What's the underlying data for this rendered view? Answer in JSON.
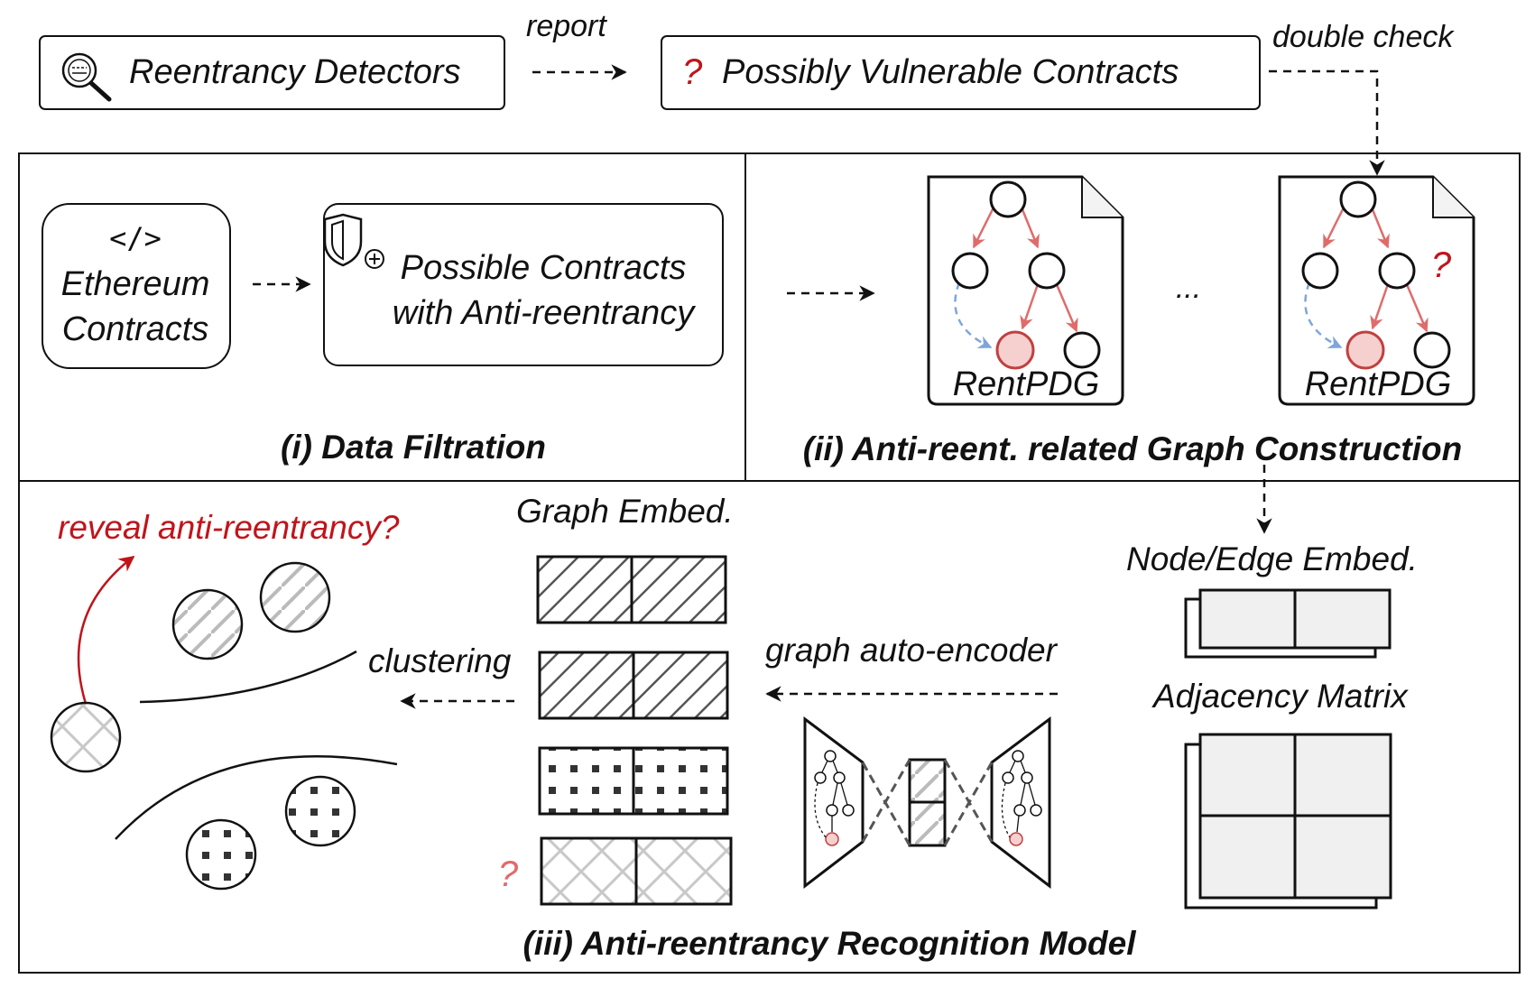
{
  "top": {
    "detectors": "Reentrancy Detectors",
    "report": "report",
    "qmark": "?",
    "vulnerable": "Possibly Vulnerable Contracts",
    "double_check": "double check"
  },
  "stage1": {
    "code_symbol": "</>",
    "eth_line1": "Ethereum",
    "eth_line2": "Contracts",
    "possible_line1": "Possible Contracts",
    "possible_line2": "with Anti-reentrancy",
    "title": "(i) Data Filtration"
  },
  "stage2": {
    "graph_label_a": "RentPDG",
    "graph_label_b": "RentPDG",
    "ellipsis": "...",
    "qmark": "?",
    "title": "(ii) Anti-reent. related Graph Construction"
  },
  "stage3": {
    "reveal": "reveal anti-reentrancy?",
    "graph_embed": "Graph Embed.",
    "clustering": "clustering",
    "gae": "graph auto-encoder",
    "node_edge": "Node/Edge Embed.",
    "adjacency": "Adjacency Matrix",
    "qmark": "?",
    "title": "(iii) Anti-reentrancy Recognition Model"
  },
  "colors": {
    "accent_red": "#c0141b",
    "edge_red": "#e06b6b",
    "node_fill": "#f6cfcf",
    "dash_blue": "#7fa6dc"
  }
}
